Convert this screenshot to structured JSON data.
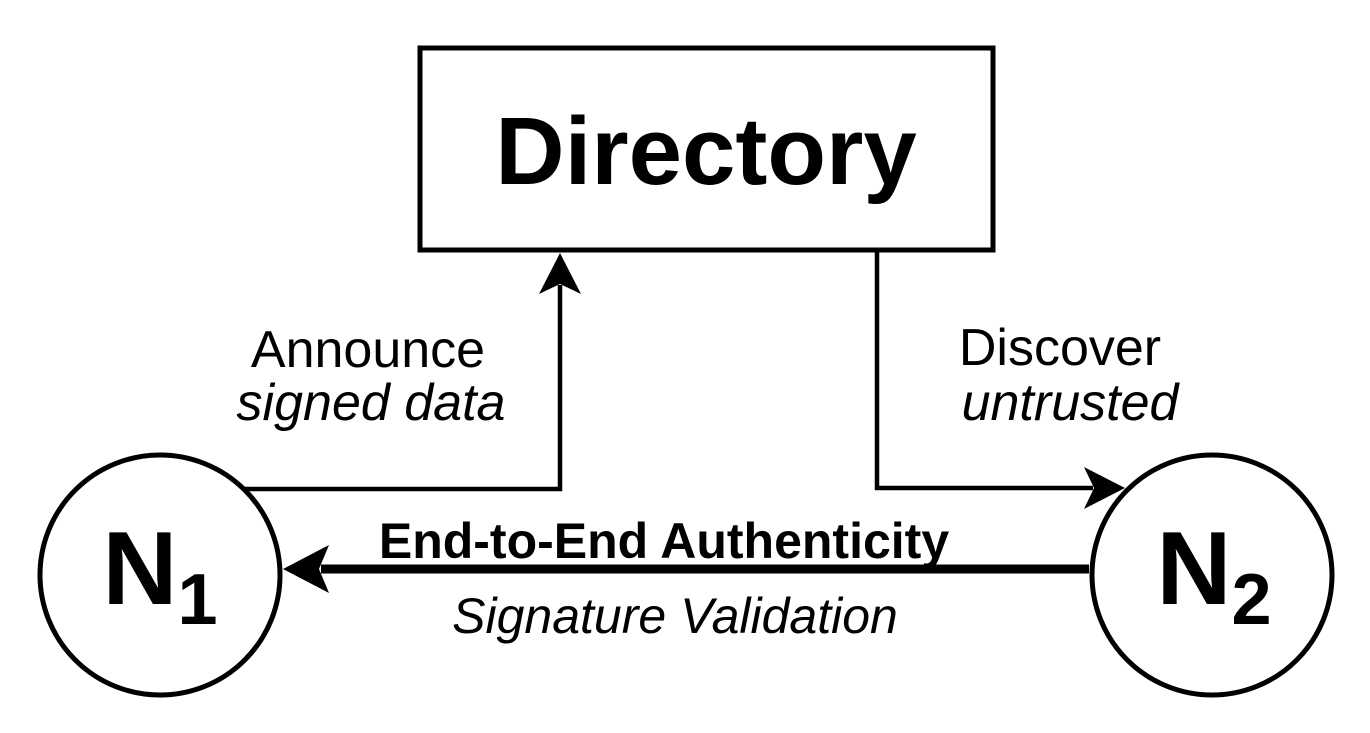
{
  "figure": {
    "colors": {
      "ink": "#000000",
      "background": "#ffffff"
    },
    "directory": {
      "label": "Directory"
    },
    "nodes": {
      "n1": {
        "base": "N",
        "sub": "1"
      },
      "n2": {
        "base": "N",
        "sub": "2"
      }
    },
    "edges": {
      "announce": {
        "label": "Announce",
        "sublabel": "signed data",
        "from": "N1",
        "to": "Directory"
      },
      "discover": {
        "label": "Discover",
        "sublabel": "untrusted",
        "from": "Directory",
        "to": "N2"
      },
      "e2e": {
        "label": "End-to-End Authenticity",
        "sublabel": "Signature Validation",
        "from": "N2",
        "to": "N1"
      }
    }
  }
}
